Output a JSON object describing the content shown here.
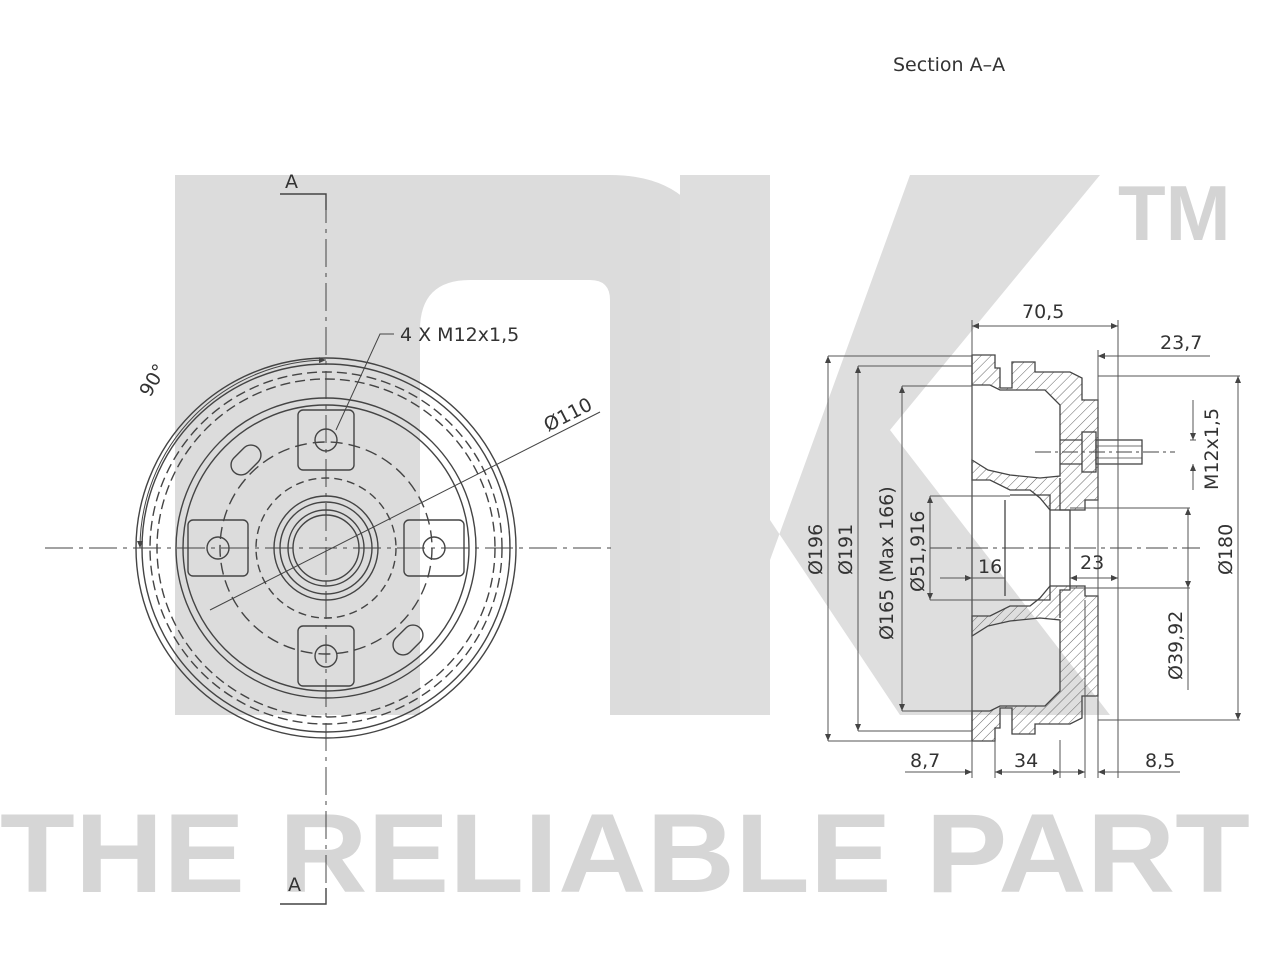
{
  "title": "Section A–A",
  "watermark": {
    "logo_text": "nK",
    "trademark": "TM",
    "slogan": "THE RELIABLE PART",
    "color": "#d9d9d9"
  },
  "front_view": {
    "section_mark_top": "A",
    "section_mark_bottom": "A",
    "angle_label": "90°",
    "bolt_label": "4 X M12x1,5",
    "pcd_label": "Ø110"
  },
  "section_view": {
    "dim_70_5": "70,5",
    "dim_23_7": "23,7",
    "dim_thread": "M12x1,5",
    "dim_196": "Ø196",
    "dim_191": "Ø191",
    "dim_165": "Ø165 (Max 166)",
    "dim_51_916": "Ø51,916",
    "dim_16": "16",
    "dim_23": "23",
    "dim_180": "Ø180",
    "dim_39_92": "Ø39,92",
    "dim_8_7": "8,7",
    "dim_34": "34",
    "dim_8_5": "8,5"
  },
  "colors": {
    "line": "#444444",
    "hatch": "#555555"
  }
}
